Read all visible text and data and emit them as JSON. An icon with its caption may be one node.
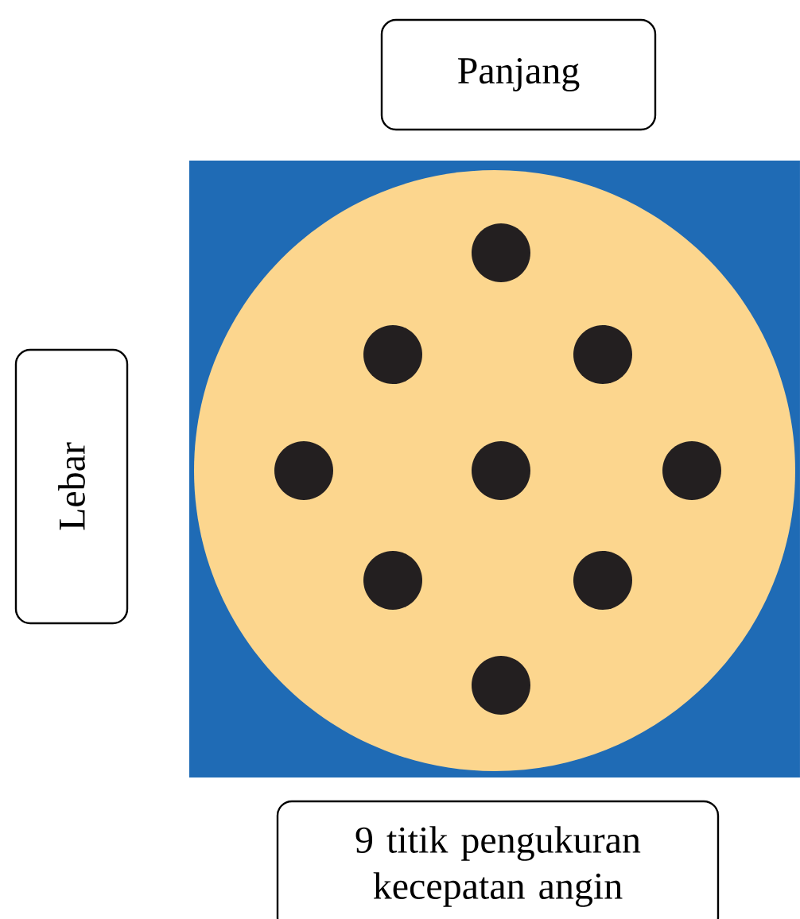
{
  "diagram": {
    "nodes": [
      {
        "text": [
          "Panjang"
        ]
      },
      {
        "text": [
          "Lebar"
        ]
      },
      {
        "text": [
          "9 titik pengukuran kecepatan angin"
        ]
      }
    ]
  }
}
